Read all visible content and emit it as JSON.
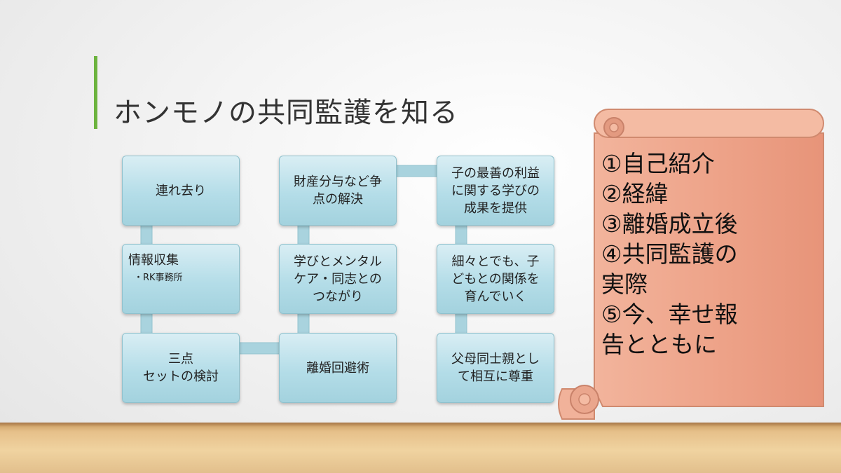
{
  "title": "ホンモノの共同監護を知る",
  "flow": {
    "b1": "連れ去り",
    "b2_title": "情報収集",
    "b2_sub": "・RK事務所",
    "b3": "三点\nセットの検討",
    "b4": "離婚回避術",
    "b5": "学びとメンタル\nケア・同志との\nつながり",
    "b6": "財産分与など争\n点の解決",
    "b7": "子の最善の利益\nに関する学びの\n成果を提供",
    "b8": "細々とでも、子\nどもとの関係を\n育んでいく",
    "b9": "父母同士親とし\nて相互に尊重"
  },
  "scroll_items": [
    "①自己紹介",
    "②経緯",
    "③離婚成立後",
    "④共同監護の",
    "実際",
    "⑤今、幸せ報",
    "告とともに"
  ],
  "colors": {
    "accent": "#6cb33e",
    "box_fill": "#b4dde8",
    "scroll_fill": "#eea48a"
  }
}
